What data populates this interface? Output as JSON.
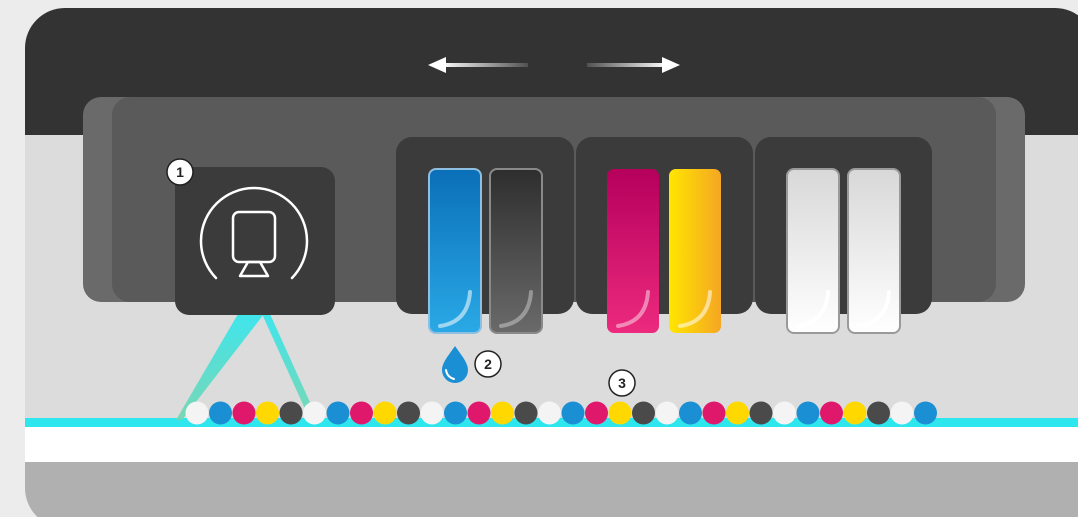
{
  "callouts": {
    "sensor": "1",
    "ink_drop": "2",
    "ink_dots": "3"
  },
  "carriage": {
    "movement": "bidirectional",
    "arrow_icons": [
      "arrow-left-icon",
      "arrow-right-icon"
    ]
  },
  "sensor_icon": "uv-lamp-icon",
  "drop_icon": "ink-drop-icon",
  "cartridge_groups": [
    {
      "name": "cyan-black",
      "cartridges": [
        "cyan",
        "black"
      ]
    },
    {
      "name": "magenta-yellow",
      "cartridges": [
        "magenta",
        "yellow"
      ]
    },
    {
      "name": "white-varnish",
      "cartridges": [
        "white",
        "white"
      ]
    }
  ],
  "ink_colors": {
    "cyan": "#1b8fd3",
    "black": "#4a4a4a",
    "magenta": "#e0186c",
    "yellow": "#ffd800",
    "white": "#f4f4f4"
  },
  "colors": {
    "uv_light": "#2ee6ee",
    "carriage_dark": "#333333",
    "carriage_mid": "#5a5a5a",
    "module_bg": "#3b3b3b",
    "media": "#ffffff",
    "base": "#b0b0b0"
  },
  "dot_sequence": [
    "white",
    "cyan",
    "magenta",
    "yellow",
    "black",
    "white",
    "cyan",
    "magenta",
    "yellow",
    "black",
    "white",
    "cyan",
    "magenta",
    "yellow",
    "black",
    "white",
    "cyan",
    "magenta",
    "yellow",
    "black",
    "white",
    "cyan",
    "magenta",
    "yellow",
    "black",
    "white",
    "cyan",
    "magenta",
    "yellow",
    "black",
    "white",
    "cyan"
  ]
}
